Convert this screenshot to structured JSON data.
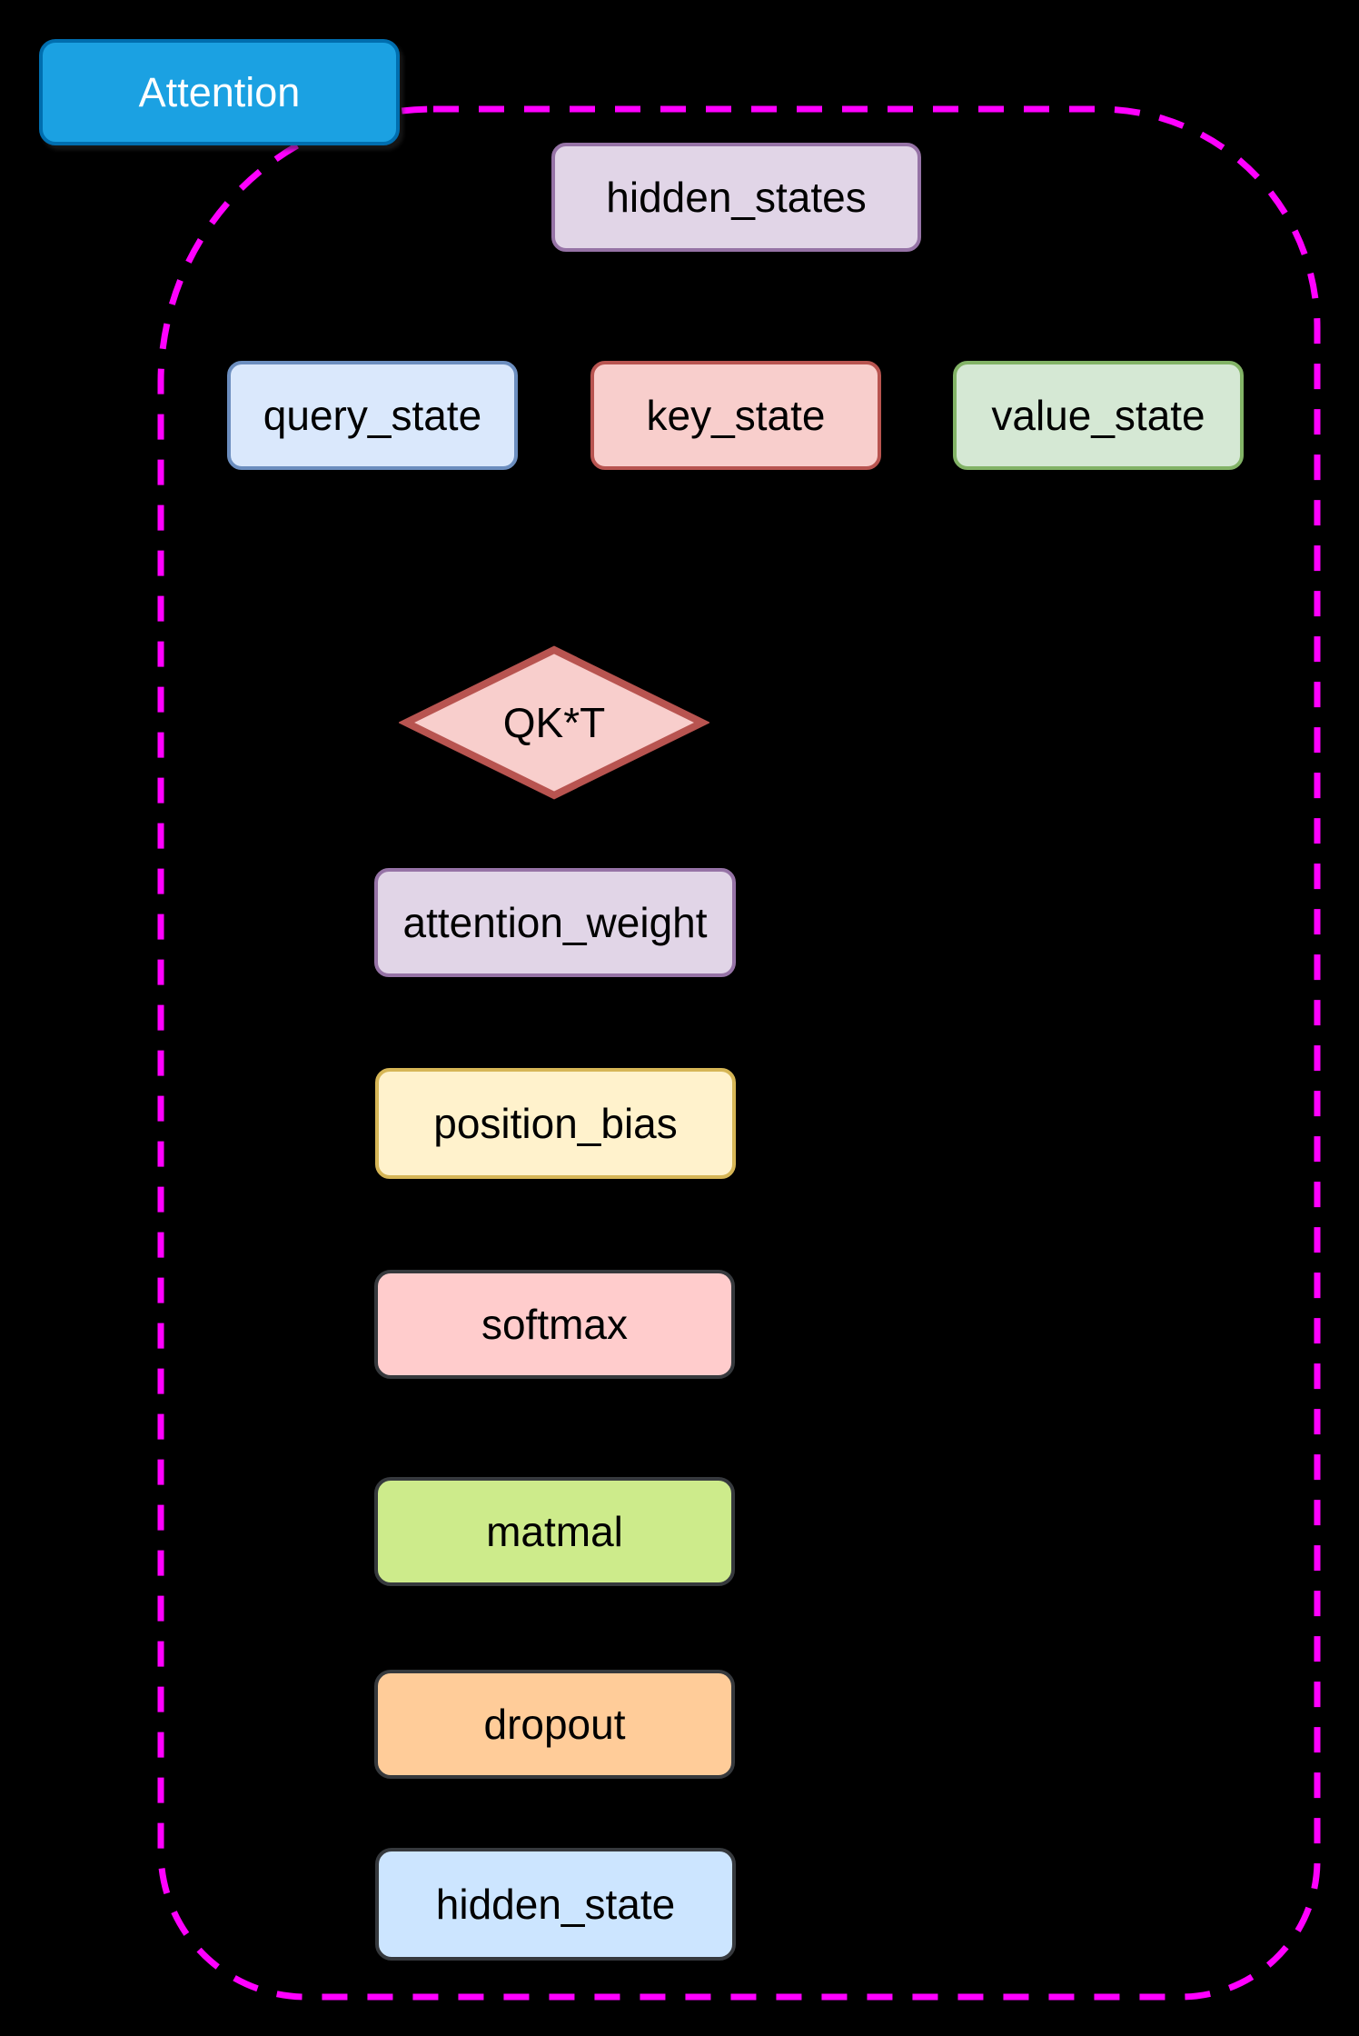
{
  "diagram": {
    "background_color": "#000000",
    "text_color": "#000000",
    "title": {
      "label": "Attention",
      "fill": "#1BA1E2",
      "border": "#006EAF",
      "text_color": "#FFFFFF"
    },
    "container": {
      "name": "attention-group-boundary",
      "stroke": "#FF00FF",
      "style": "dashed"
    },
    "nodes": {
      "hidden_states": {
        "label": "hidden_states",
        "fill": "#E1D5E7",
        "border": "#9673A6"
      },
      "query_state": {
        "label": "query_state",
        "fill": "#DAE8FC",
        "border": "#6C8EBF"
      },
      "key_state": {
        "label": "key_state",
        "fill": "#F8CECC",
        "border": "#B85450"
      },
      "value_state": {
        "label": "value_state",
        "fill": "#D5E8D4",
        "border": "#82B366"
      },
      "qkt": {
        "label": "QK*T",
        "fill": "#F8CECC",
        "border": "#B85450",
        "shape": "diamond"
      },
      "attention_weight": {
        "label": "attention_weight",
        "fill": "#E1D5E7",
        "border": "#9673A6"
      },
      "position_bias": {
        "label": "position_bias",
        "fill": "#FFF2CC",
        "border": "#D6B656"
      },
      "softmax": {
        "label": "softmax",
        "fill": "#FFCCCC",
        "border": "#36393D"
      },
      "matmal": {
        "label": "matmal",
        "fill": "#CDEB8B",
        "border": "#36393D"
      },
      "dropout": {
        "label": "dropout",
        "fill": "#FFCC99",
        "border": "#36393D"
      },
      "hidden_state": {
        "label": "hidden_state",
        "fill": "#CCE5FF",
        "border": "#36393D"
      }
    }
  }
}
